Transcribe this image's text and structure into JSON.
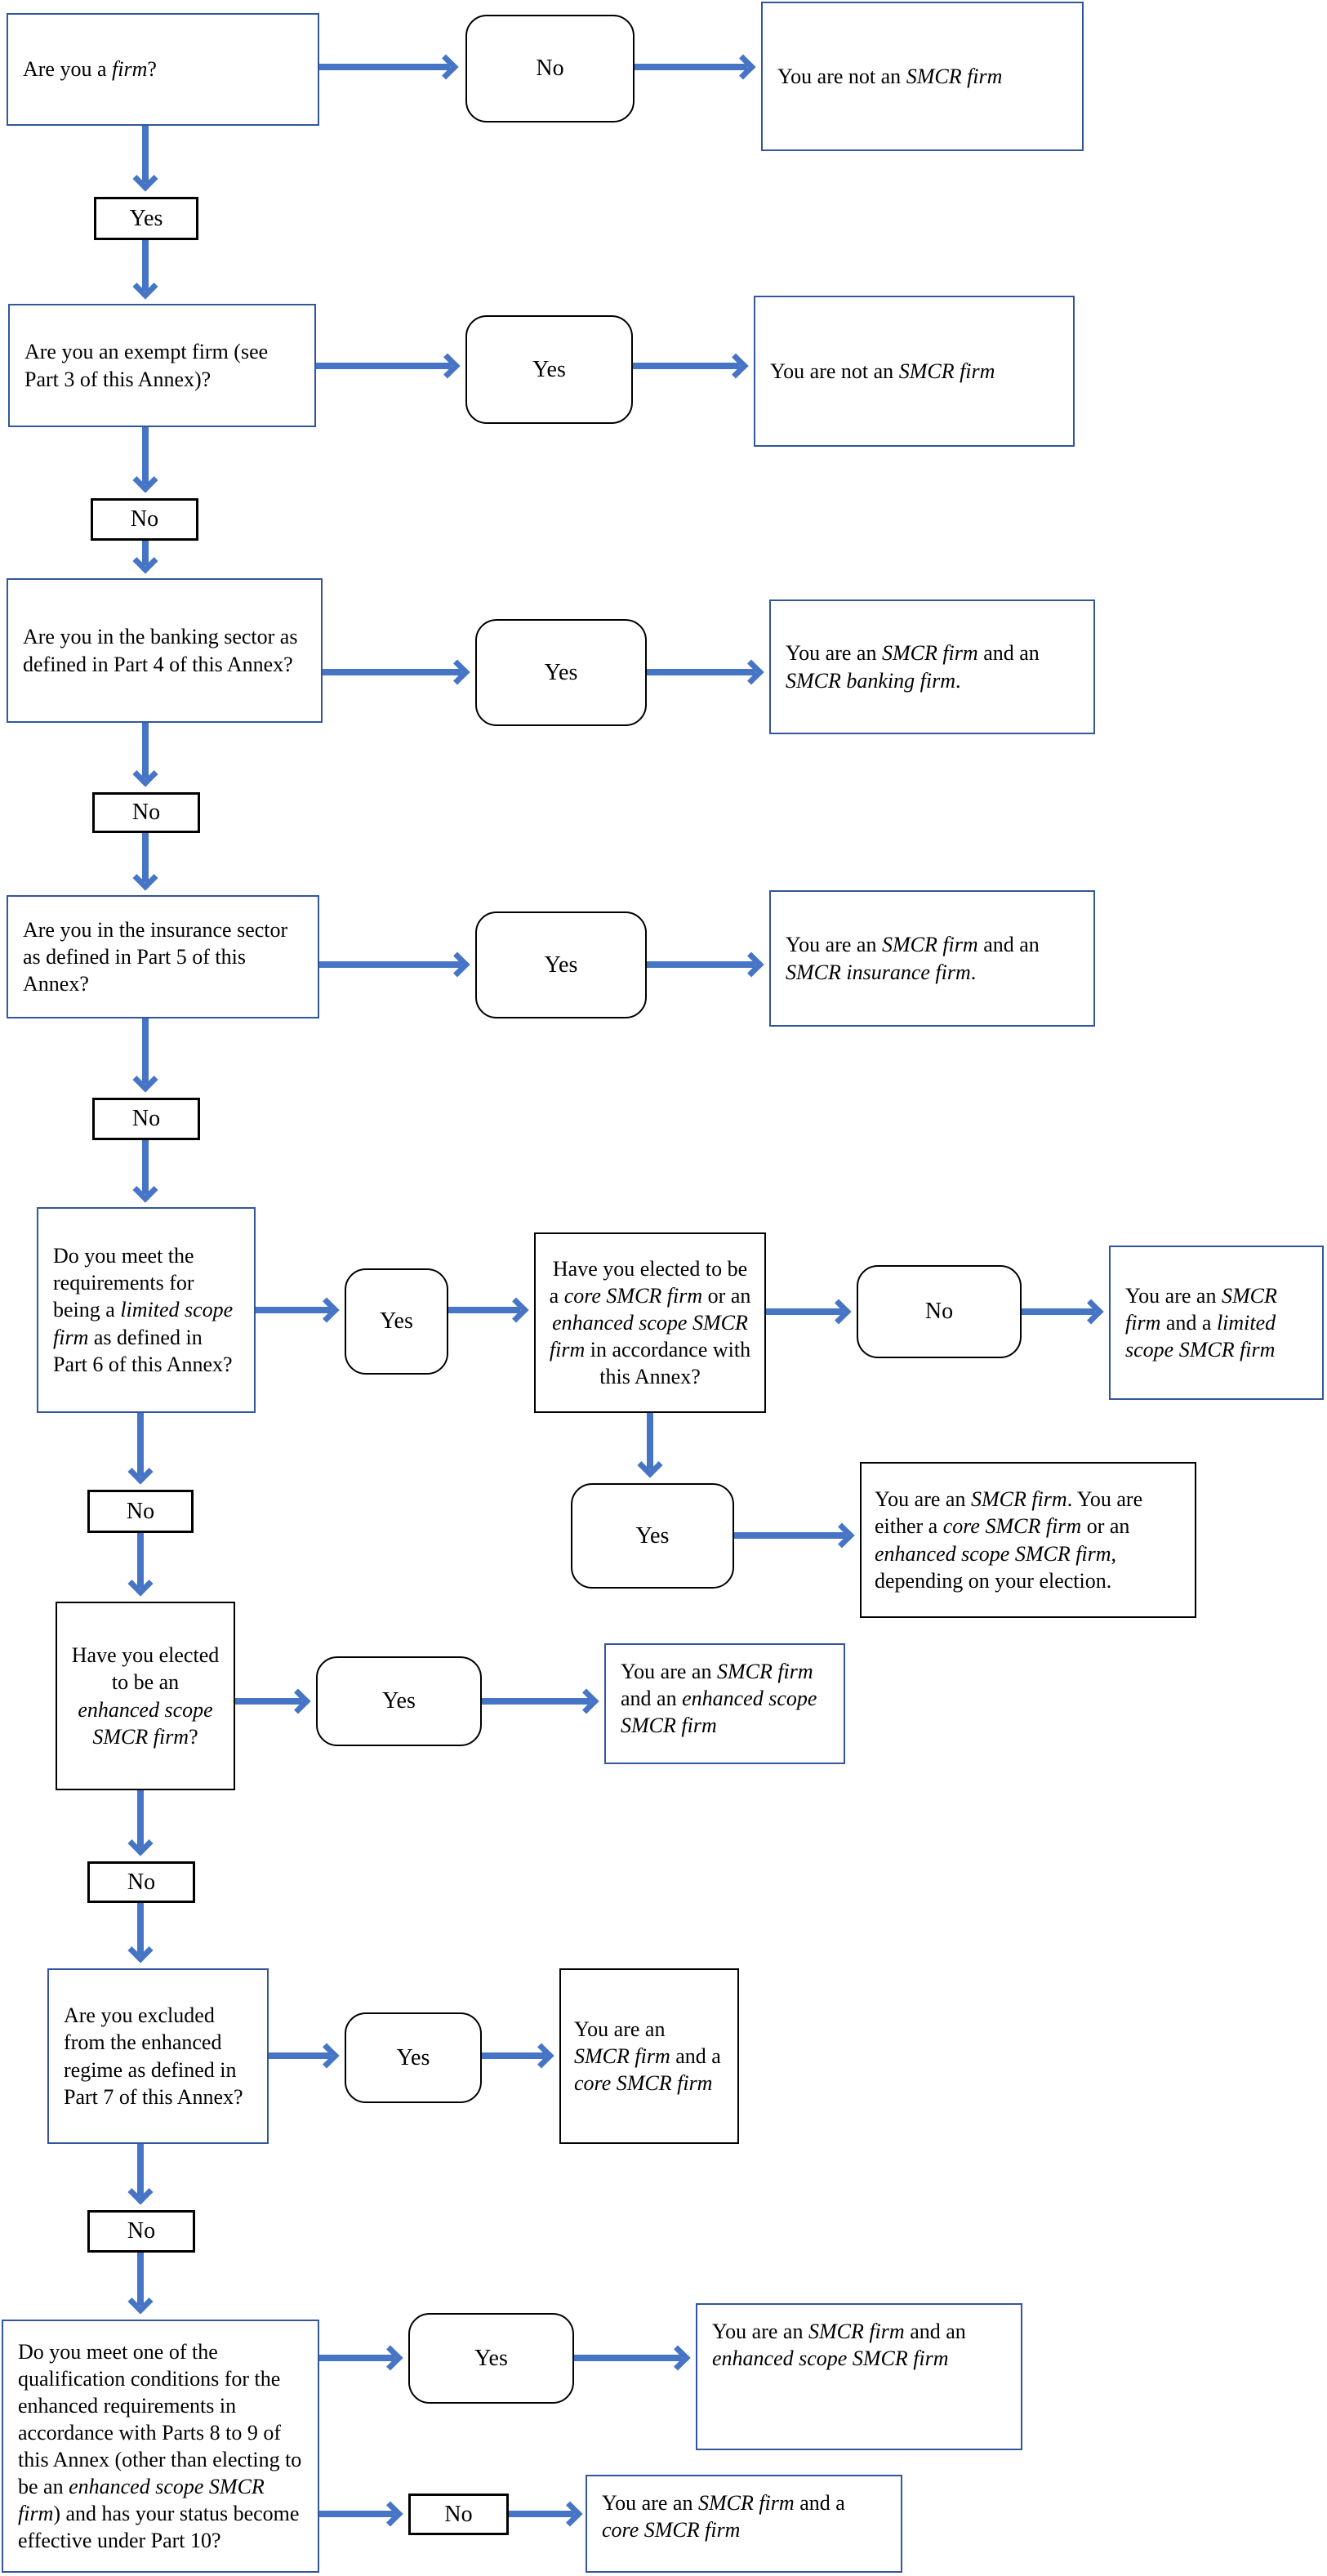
{
  "colors": {
    "box_border": "#33569b",
    "black_border": "#000000",
    "arrow": "#4775c5",
    "background": "#ffffff",
    "text": "#000000"
  },
  "labels": {
    "yes": "Yes",
    "no": "No"
  },
  "nodes": {
    "q1": [
      {
        "t": "Are you a "
      },
      {
        "t": "firm",
        "i": true
      },
      {
        "t": "?"
      }
    ],
    "r1": [
      {
        "t": "You are not an "
      },
      {
        "t": "SMCR firm",
        "i": true
      }
    ],
    "q2": [
      {
        "t": "Are you an exempt firm (see Part 3 of this Annex)?"
      }
    ],
    "r2": [
      {
        "t": "You are not an "
      },
      {
        "t": "SMCR firm",
        "i": true
      }
    ],
    "q3": [
      {
        "t": "Are you in the banking sector as defined in Part 4 of this Annex?"
      }
    ],
    "r3": [
      {
        "t": "You are an "
      },
      {
        "t": "SMCR firm",
        "i": true
      },
      {
        "t": " and an "
      },
      {
        "t": "SMCR banking firm",
        "i": true
      },
      {
        "t": "."
      }
    ],
    "q4": [
      {
        "t": "Are you in the insurance sector as defined in Part 5 of this Annex?"
      }
    ],
    "r4": [
      {
        "t": "You are an "
      },
      {
        "t": "SMCR firm",
        "i": true
      },
      {
        "t": " and an "
      },
      {
        "t": "SMCR insurance firm",
        "i": true
      },
      {
        "t": "."
      }
    ],
    "q5": [
      {
        "t": "Do you meet the requirements for being a "
      },
      {
        "t": "limited scope firm",
        "i": true
      },
      {
        "t": " as defined in Part 6 of this Annex?"
      }
    ],
    "q5b": [
      {
        "t": "Have you elected to be a "
      },
      {
        "t": "core SMCR firm",
        "i": true
      },
      {
        "t": " or an "
      },
      {
        "t": "enhanced scope SMCR firm",
        "i": true
      },
      {
        "t": " in accordance with this Annex?"
      }
    ],
    "r5": [
      {
        "t": "You are an "
      },
      {
        "t": "SMCR firm",
        "i": true
      },
      {
        "t": " and a "
      },
      {
        "t": "limited scope SMCR firm",
        "i": true
      }
    ],
    "r5b": [
      {
        "t": "You are an "
      },
      {
        "t": "SMCR firm",
        "i": true
      },
      {
        "t": ". You are either a "
      },
      {
        "t": "core SMCR firm",
        "i": true
      },
      {
        "t": " or an "
      },
      {
        "t": "enhanced scope SMCR firm",
        "i": true
      },
      {
        "t": ", depending on your election."
      }
    ],
    "q6": [
      {
        "t": "Have you elected to be an "
      },
      {
        "t": "enhanced scope SMCR firm",
        "i": true
      },
      {
        "t": "?"
      }
    ],
    "r6": [
      {
        "t": "You are an "
      },
      {
        "t": "SMCR firm",
        "i": true
      },
      {
        "t": " and an "
      },
      {
        "t": "enhanced scope SMCR firm",
        "i": true
      }
    ],
    "q7": [
      {
        "t": "Are you excluded from the enhanced regime as defined in Part 7 of this Annex?"
      }
    ],
    "r7": [
      {
        "t": "You are an "
      },
      {
        "t": "SMCR firm",
        "i": true
      },
      {
        "t": " and a "
      },
      {
        "t": "core SMCR firm",
        "i": true
      }
    ],
    "q8": [
      {
        "t": "Do you meet one of the qualification conditions for the enhanced requirements in accordance with Parts 8 to 9 of this Annex (other than electing to be an "
      },
      {
        "t": "enhanced scope SMCR firm",
        "i": true
      },
      {
        "t": ") and has your status become effective under Part 10?"
      }
    ],
    "r8_yes": [
      {
        "t": "You are an "
      },
      {
        "t": "SMCR firm",
        "i": true
      },
      {
        "t": " and an "
      },
      {
        "t": "enhanced scope SMCR firm",
        "i": true
      }
    ],
    "r8_no": [
      {
        "t": "You are an "
      },
      {
        "t": "SMCR firm",
        "i": true
      },
      {
        "t": " and a "
      },
      {
        "t": "core SMCR firm",
        "i": true
      }
    ]
  }
}
